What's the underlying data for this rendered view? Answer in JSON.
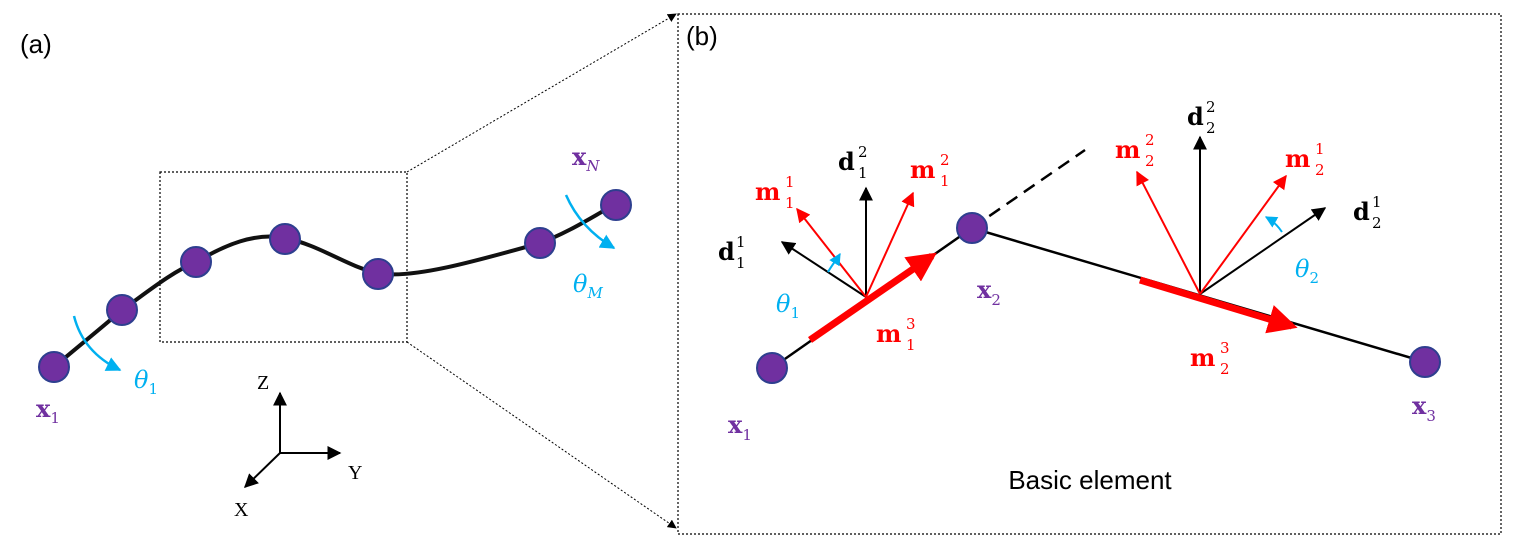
{
  "panel_a": {
    "label": "(a)",
    "node_first": {
      "base": "x",
      "sub": "1"
    },
    "node_last": {
      "base": "x",
      "sub": "N"
    },
    "twist_first": {
      "base": "θ",
      "sub": "1"
    },
    "twist_last": {
      "base": "θ",
      "sub": "M"
    },
    "axes": {
      "z": "Z",
      "y": "Y",
      "x": "X"
    }
  },
  "panel_b": {
    "label": "(b)",
    "caption": "Basic element",
    "nodes": [
      {
        "base": "x",
        "sub": "1"
      },
      {
        "base": "x",
        "sub": "2"
      },
      {
        "base": "x",
        "sub": "3"
      }
    ],
    "edge1": {
      "d1": {
        "base": "d",
        "sup": "1",
        "sub": "1"
      },
      "d2": {
        "base": "d",
        "sup": "2",
        "sub": "1"
      },
      "m1": {
        "base": "m",
        "sup": "1",
        "sub": "1"
      },
      "m2": {
        "base": "m",
        "sup": "2",
        "sub": "1"
      },
      "m3": {
        "base": "m",
        "sup": "3",
        "sub": "1"
      },
      "theta": {
        "base": "θ",
        "sub": "1"
      }
    },
    "edge2": {
      "d1": {
        "base": "d",
        "sup": "1",
        "sub": "2"
      },
      "d2": {
        "base": "d",
        "sup": "2",
        "sub": "2"
      },
      "m1": {
        "base": "m",
        "sup": "1",
        "sub": "2"
      },
      "m2": {
        "base": "m",
        "sup": "2",
        "sub": "2"
      },
      "m3": {
        "base": "m",
        "sup": "3",
        "sub": "2"
      },
      "theta": {
        "base": "θ",
        "sub": "2"
      }
    }
  },
  "colors": {
    "node_fill": "#7030a0",
    "node_stroke": "#2e3f8f",
    "material_frame": "#ff0000",
    "reference_frame": "#000000",
    "twist": "#00b0f0"
  }
}
